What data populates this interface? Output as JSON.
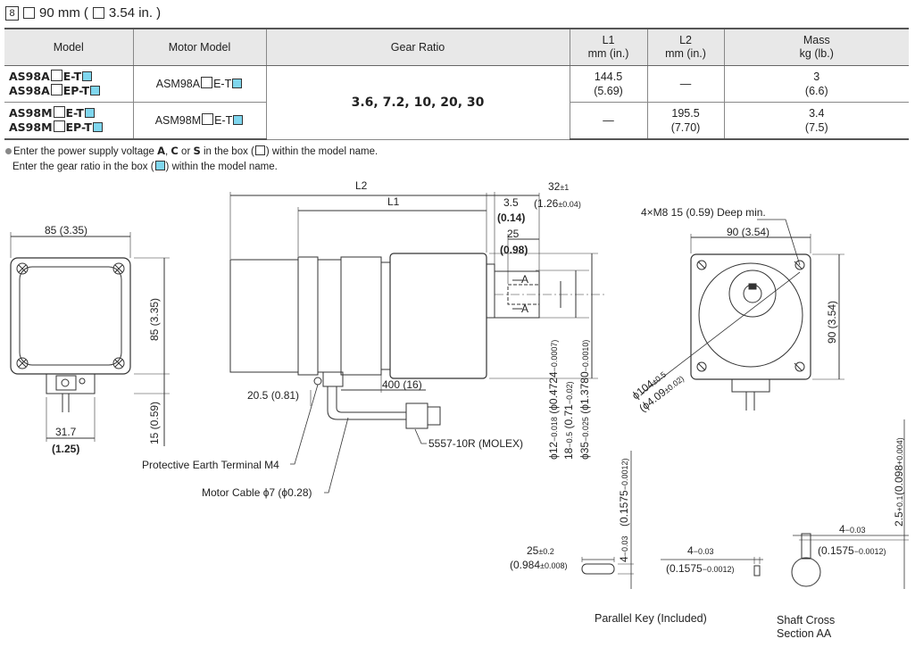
{
  "section": {
    "number": "8",
    "size_mm": "90 mm",
    "size_in": "3.54 in."
  },
  "table": {
    "headers": {
      "model": "Model",
      "motor_model": "Motor Model",
      "gear_ratio": "Gear Ratio",
      "l1": "L1",
      "l1_unit": "mm (in.)",
      "l2": "L2",
      "l2_unit": "mm (in.)",
      "mass": "Mass",
      "mass_unit": "kg (lb.)"
    },
    "rows": [
      {
        "model_a_prefix": "AS98A",
        "model_a_suffix": "E-T",
        "model_b_prefix": "AS98A",
        "model_b_suffix": "EP-T",
        "motor_prefix": "ASM98A",
        "motor_suffix": "E-T",
        "l1": "144.5",
        "l1_in": "(5.69)",
        "l2": "—",
        "mass": "3",
        "mass_lb": "(6.6)"
      },
      {
        "model_a_prefix": "AS98M",
        "model_a_suffix": "E-T",
        "model_b_prefix": "AS98M",
        "model_b_suffix": "EP-T",
        "motor_prefix": "ASM98M",
        "motor_suffix": "E-T",
        "l1": "—",
        "l2": "195.5",
        "l2_in": "(7.70)",
        "mass": "3.4",
        "mass_lb": "(7.5)"
      }
    ],
    "gear_ratio": "3.6, 7.2, 10, 20, 30"
  },
  "notes": {
    "note1_a": "Enter the power supply voltage ",
    "note1_v1": "A",
    "note1_sep1": ", ",
    "note1_v2": "C",
    "note1_sep2": " or ",
    "note1_v3": "S",
    "note1_b": " in the box (",
    "note1_c": ") within the model name.",
    "note2_a": "Enter the gear ratio in the box (",
    "note2_b": ") within the model name."
  },
  "dims": {
    "d85": "85 (",
    "d85b": "3.35",
    "close": ")",
    "d317": "31.7",
    "d317b": "(1.25)",
    "d15": "15 (",
    "d15b": "0.59",
    "L2": "L2",
    "L1": "L1",
    "d35": "3.5",
    "d35b": "(0.14)",
    "d25": "25",
    "d25b": "(0.98)",
    "d32": "32",
    "d32tol": "±1",
    "d32b": "(1.26",
    "d32btol": "±0.04)",
    "A": "A",
    "d205": "20.5 (",
    "d205b": "0.81",
    "d400": "400 (",
    "d400b": "16",
    "molex": "5557-10R (MOLEX)",
    "earth": "Protective Earth Terminal M4",
    "cable": "Motor Cable ϕ7 (ϕ",
    "cableb": "0.28",
    "phi12": "ϕ12",
    "phi12tol": "−0.018",
    "phi12b": "(ϕ0.4724",
    "phi12btol": "−0.0007)",
    "d18": "18",
    "d18tol": "−0.5",
    "d18b": "(0.71",
    "d18btol": "−0.02)",
    "phi35": "ϕ35",
    "phi35tol": "−0.025",
    "phi35b": "(ϕ1.3780",
    "phi35btol": "−0.0010)",
    "zero": "0",
    "m8": "4×M8  15 (",
    "m8b": "0.59",
    "m8c": ") Deep min.",
    "d90": "90 (",
    "d90b": "3.54",
    "phi104": "ϕ104",
    "phi104tol": "±0.5",
    "phi104b": "(ϕ4.09",
    "phi104btol": "±0.02)",
    "key25": "25",
    "key25tol": "±0.2",
    "key25b": "(0.984",
    "key25btol": "±0.008)",
    "key4": "4",
    "key4tol": "−0.03",
    "key4b": "(0.1575",
    "key4btol": "−0.0012)",
    "d25s": "2.5",
    "d25stol": "+0.1",
    "d25sb": "(0.098",
    "d25sbtol": "+0.004)"
  },
  "captions": {
    "parallel_key": "Parallel Key (Included)",
    "shaft_cross_1": "Shaft Cross",
    "shaft_cross_2": "Section AA"
  }
}
